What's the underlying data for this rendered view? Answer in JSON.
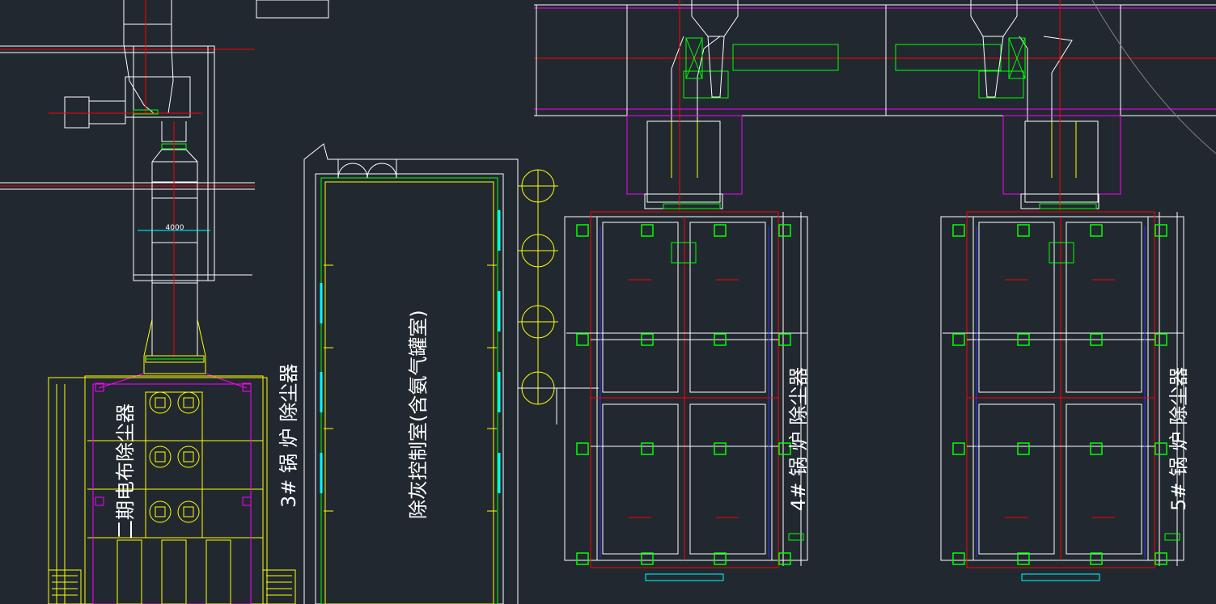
{
  "labels": {
    "precip_phase2": "二期电布除尘器",
    "boiler3": "3# 锅 炉 除尘器",
    "control_room": "除灰控制室(含氨气罐室)",
    "boiler4": "4# 锅 炉 除尘器",
    "boiler5": "5# 锅 炉 除尘器",
    "dim": "4000"
  },
  "colors": {
    "background": "#212830",
    "white": "#ffffff",
    "red": "#ff0000",
    "green": "#00ff00",
    "yellow": "#ffff00",
    "magenta": "#ff00ff",
    "cyan": "#00ffff",
    "blue": "#3030ff"
  }
}
